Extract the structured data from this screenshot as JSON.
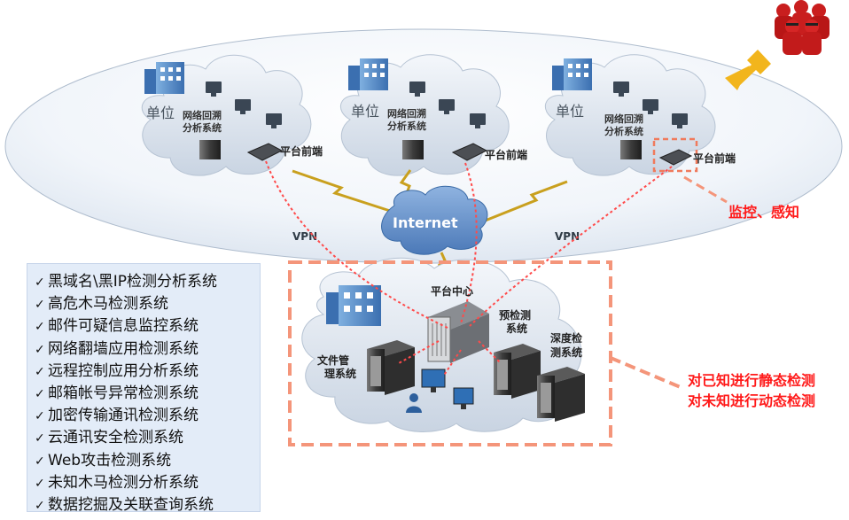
{
  "units": [
    {
      "unit_label": "单位",
      "system_label_line1": "网络回溯",
      "system_label_line2": "分析系统",
      "front_label": "平台前端"
    },
    {
      "unit_label": "单位",
      "system_label_line1": "网络回溯",
      "system_label_line2": "分析系统",
      "front_label": "平台前端"
    },
    {
      "unit_label": "单位",
      "system_label_line1": "网络回溯",
      "system_label_line2": "分析系统",
      "front_label": "平台前端"
    }
  ],
  "internet_label": "Internet",
  "vpn_left": "VPN",
  "vpn_right": "VPN",
  "monitor_label": "监控、感知",
  "center": {
    "platform_label": "平台中心",
    "file_mgmt_line1": "文件管",
    "file_mgmt_line2": "理系统",
    "precheck_line1": "预检测",
    "precheck_line2": "系统",
    "deep_line1": "深度检",
    "deep_line2": "测系统"
  },
  "detection_line1": "对已知进行静态检测",
  "detection_line2": "对未知进行动态检测",
  "systems": [
    "黑域名\\黑IP检测分析系统",
    "高危木马检测系统",
    "邮件可疑信息监控系统",
    "网络翻墙应用检测系统",
    "远程控制应用分析系统",
    "邮箱帐号异常检测系统",
    "加密传输通讯检测系统",
    "云通讯安全检测系统",
    "Web攻击检测系统",
    "未知木马检测分析系统",
    "数据挖掘及关联查询系统"
  ],
  "colors": {
    "red_dashed": "#ff4a4a",
    "salmon_box": "#f4957a",
    "arrow_yellow": "#f2b51c",
    "cloud_fill": "#dbe3ee",
    "list_bg": "#e3ecf8"
  }
}
